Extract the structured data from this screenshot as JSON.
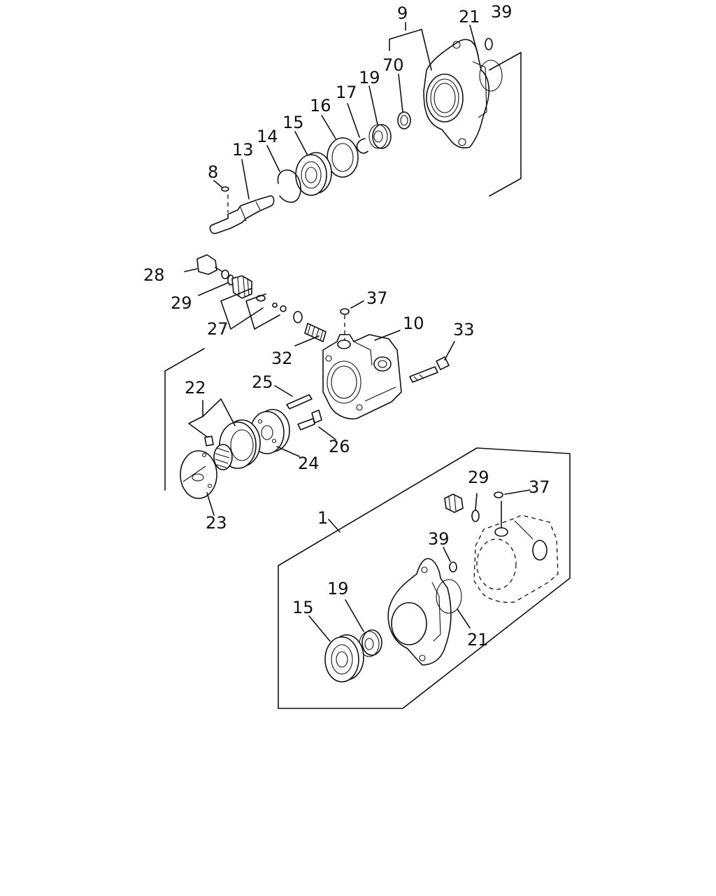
{
  "callouts": {
    "c9": "9",
    "c21a": "21",
    "c39a": "39",
    "c70": "70",
    "c19a": "19",
    "c17": "17",
    "c16": "16",
    "c15a": "15",
    "c14": "14",
    "c13": "13",
    "c8": "8",
    "c28": "28",
    "c29a": "29",
    "c27": "27",
    "c37a": "37",
    "c10": "10",
    "c33": "33",
    "c32": "32",
    "c25": "25",
    "c22": "22",
    "c26": "26",
    "c24": "24",
    "c23": "23",
    "c1": "1",
    "c29b": "29",
    "c37b": "37",
    "c39b": "39",
    "c19b": "19",
    "c15b": "15",
    "c21b": "21"
  }
}
